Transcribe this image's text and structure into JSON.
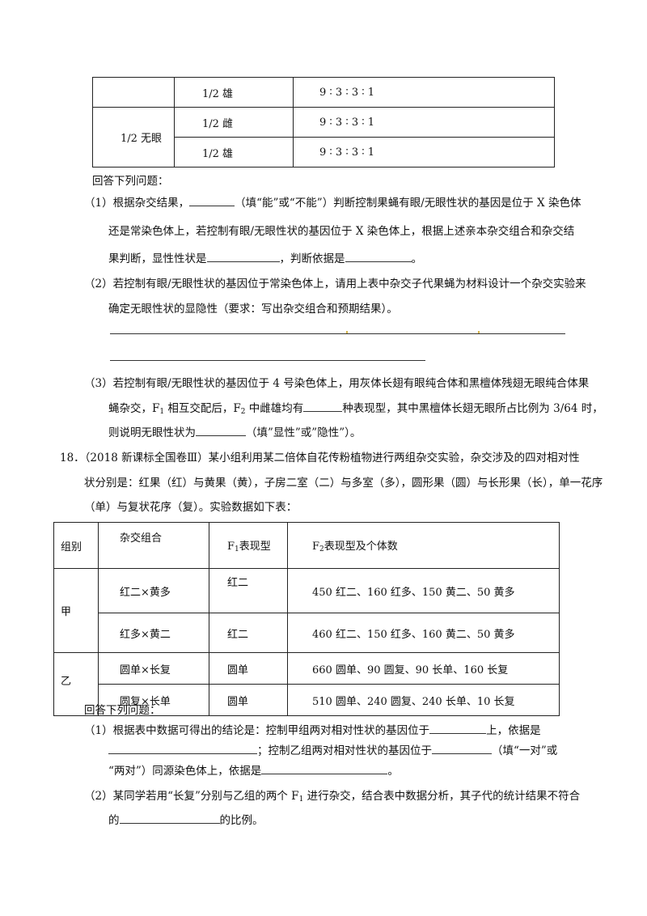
{
  "table1": {
    "rows": [
      {
        "c1": "",
        "c2": "1/2 雄",
        "c3": "9 ∶ 3 ∶ 3 ∶ 1"
      },
      {
        "c1": "1/2 无眼",
        "c2": "1/2 雌",
        "c3": "9 ∶ 3 ∶ 3 ∶ 1"
      },
      {
        "c2": "1/2 雄",
        "c3": "9 ∶ 3 ∶ 3 ∶ 1"
      }
    ]
  },
  "q17": {
    "intro": "回答下列问题：",
    "p1_l1a": "（1）根据杂交结果，",
    "p1_l1b": "（填“能”或“不能”）判断控制果蝇有眼/无眼性状的基因是位于 X 染色体",
    "p1_l2": "还是常染色体上，若控制有眼/无眼性状的基因位于 X 染色体上，根据上述亲本杂交组合和杂交结",
    "p1_l3a": "果判断，显性性状是",
    "p1_l3b": "，判断依据是",
    "p1_l3c": "。",
    "p2_l1": "（2）若控制有眼/无眼性状的基因位于常染色体上，请用上表中杂交子代果蝇为材料设计一个杂交实验来",
    "p2_l2": "确定无眼性状的显隐性（要求：写出杂交组合和预期结果）。",
    "p3_l1": "（3）若控制有眼/无眼性状的基因位于 4 号染色体上，用灰体长翅有眼纯合体和黑檀体残翅无眼纯合体果",
    "p3_l2a": "蝇杂交，F",
    "p3_l2b": "1",
    "p3_l2c": " 相互交配后，F",
    "p3_l2d": "2",
    "p3_l2e": " 中雌雄均有",
    "p3_l2f": "种表现型，其中黑檀体长翅无眼所占比例为 3/64 时，",
    "p3_l3a": "则说明无眼性状为",
    "p3_l3b": "（填”显性”或”隐性”）。"
  },
  "q18": {
    "l1": "18．（2018 新课标全国卷Ⅲ）某小组利用某二倍体自花传粉植物进行两组杂交实验，杂交涉及的四对相对性",
    "l2": "状分别是：红果（红）与黄果（黄），子房二室（二）与多室（多），圆形果（圆）与长形果（长），单一花序",
    "l3": "（单）与复状花序（复）。实验数据如下表："
  },
  "table2": {
    "headers": {
      "group": "组别",
      "cross": "杂交组合",
      "f1a": "F",
      "f1b": "1",
      "f1c": "表现型",
      "f2a": "F",
      "f2b": "2",
      "f2c": "表现型及个体数"
    },
    "rows": [
      {
        "group": "甲",
        "cross": "红二×黄多",
        "f1": "红二",
        "f2": "450 红二、160 红多、150 黄二、50 黄多"
      },
      {
        "cross": "红多×黄二",
        "f1": "红二",
        "f2": "460 红二、150 红多、160 黄二、50 黄多"
      },
      {
        "group": "乙",
        "cross": "圆单×长复",
        "f1": "圆单",
        "f2": "660 圆单、90 圆复、90 长单、160 长复"
      },
      {
        "cross": "圆复×长单",
        "f1": "圆单",
        "f2": "510 圆单、240 圆复、240 长单、10 长复"
      }
    ]
  },
  "q18b": {
    "intro": "回答下列问题：",
    "p1_l1a": "（1）根据表中数据可得出的结论是：控制甲组两对相对性状的基因位于",
    "p1_l1b": "上，依据是",
    "p1_l2a": "；控制乙组两对相对性状的基因位于",
    "p1_l2b": "（填“一对”或",
    "p1_l3a": "“两对”）同源染色体上，依据是",
    "p1_l3b": "。",
    "p2_l1a": "（2）某同学若用“长复”分别与乙组的两个 F",
    "p2_l1b": "1",
    "p2_l1c": " 进行杂交，结合表中数据分析，其子代的统计结果不符合",
    "p2_l2a": "的",
    "p2_l2b": "的比例。"
  }
}
